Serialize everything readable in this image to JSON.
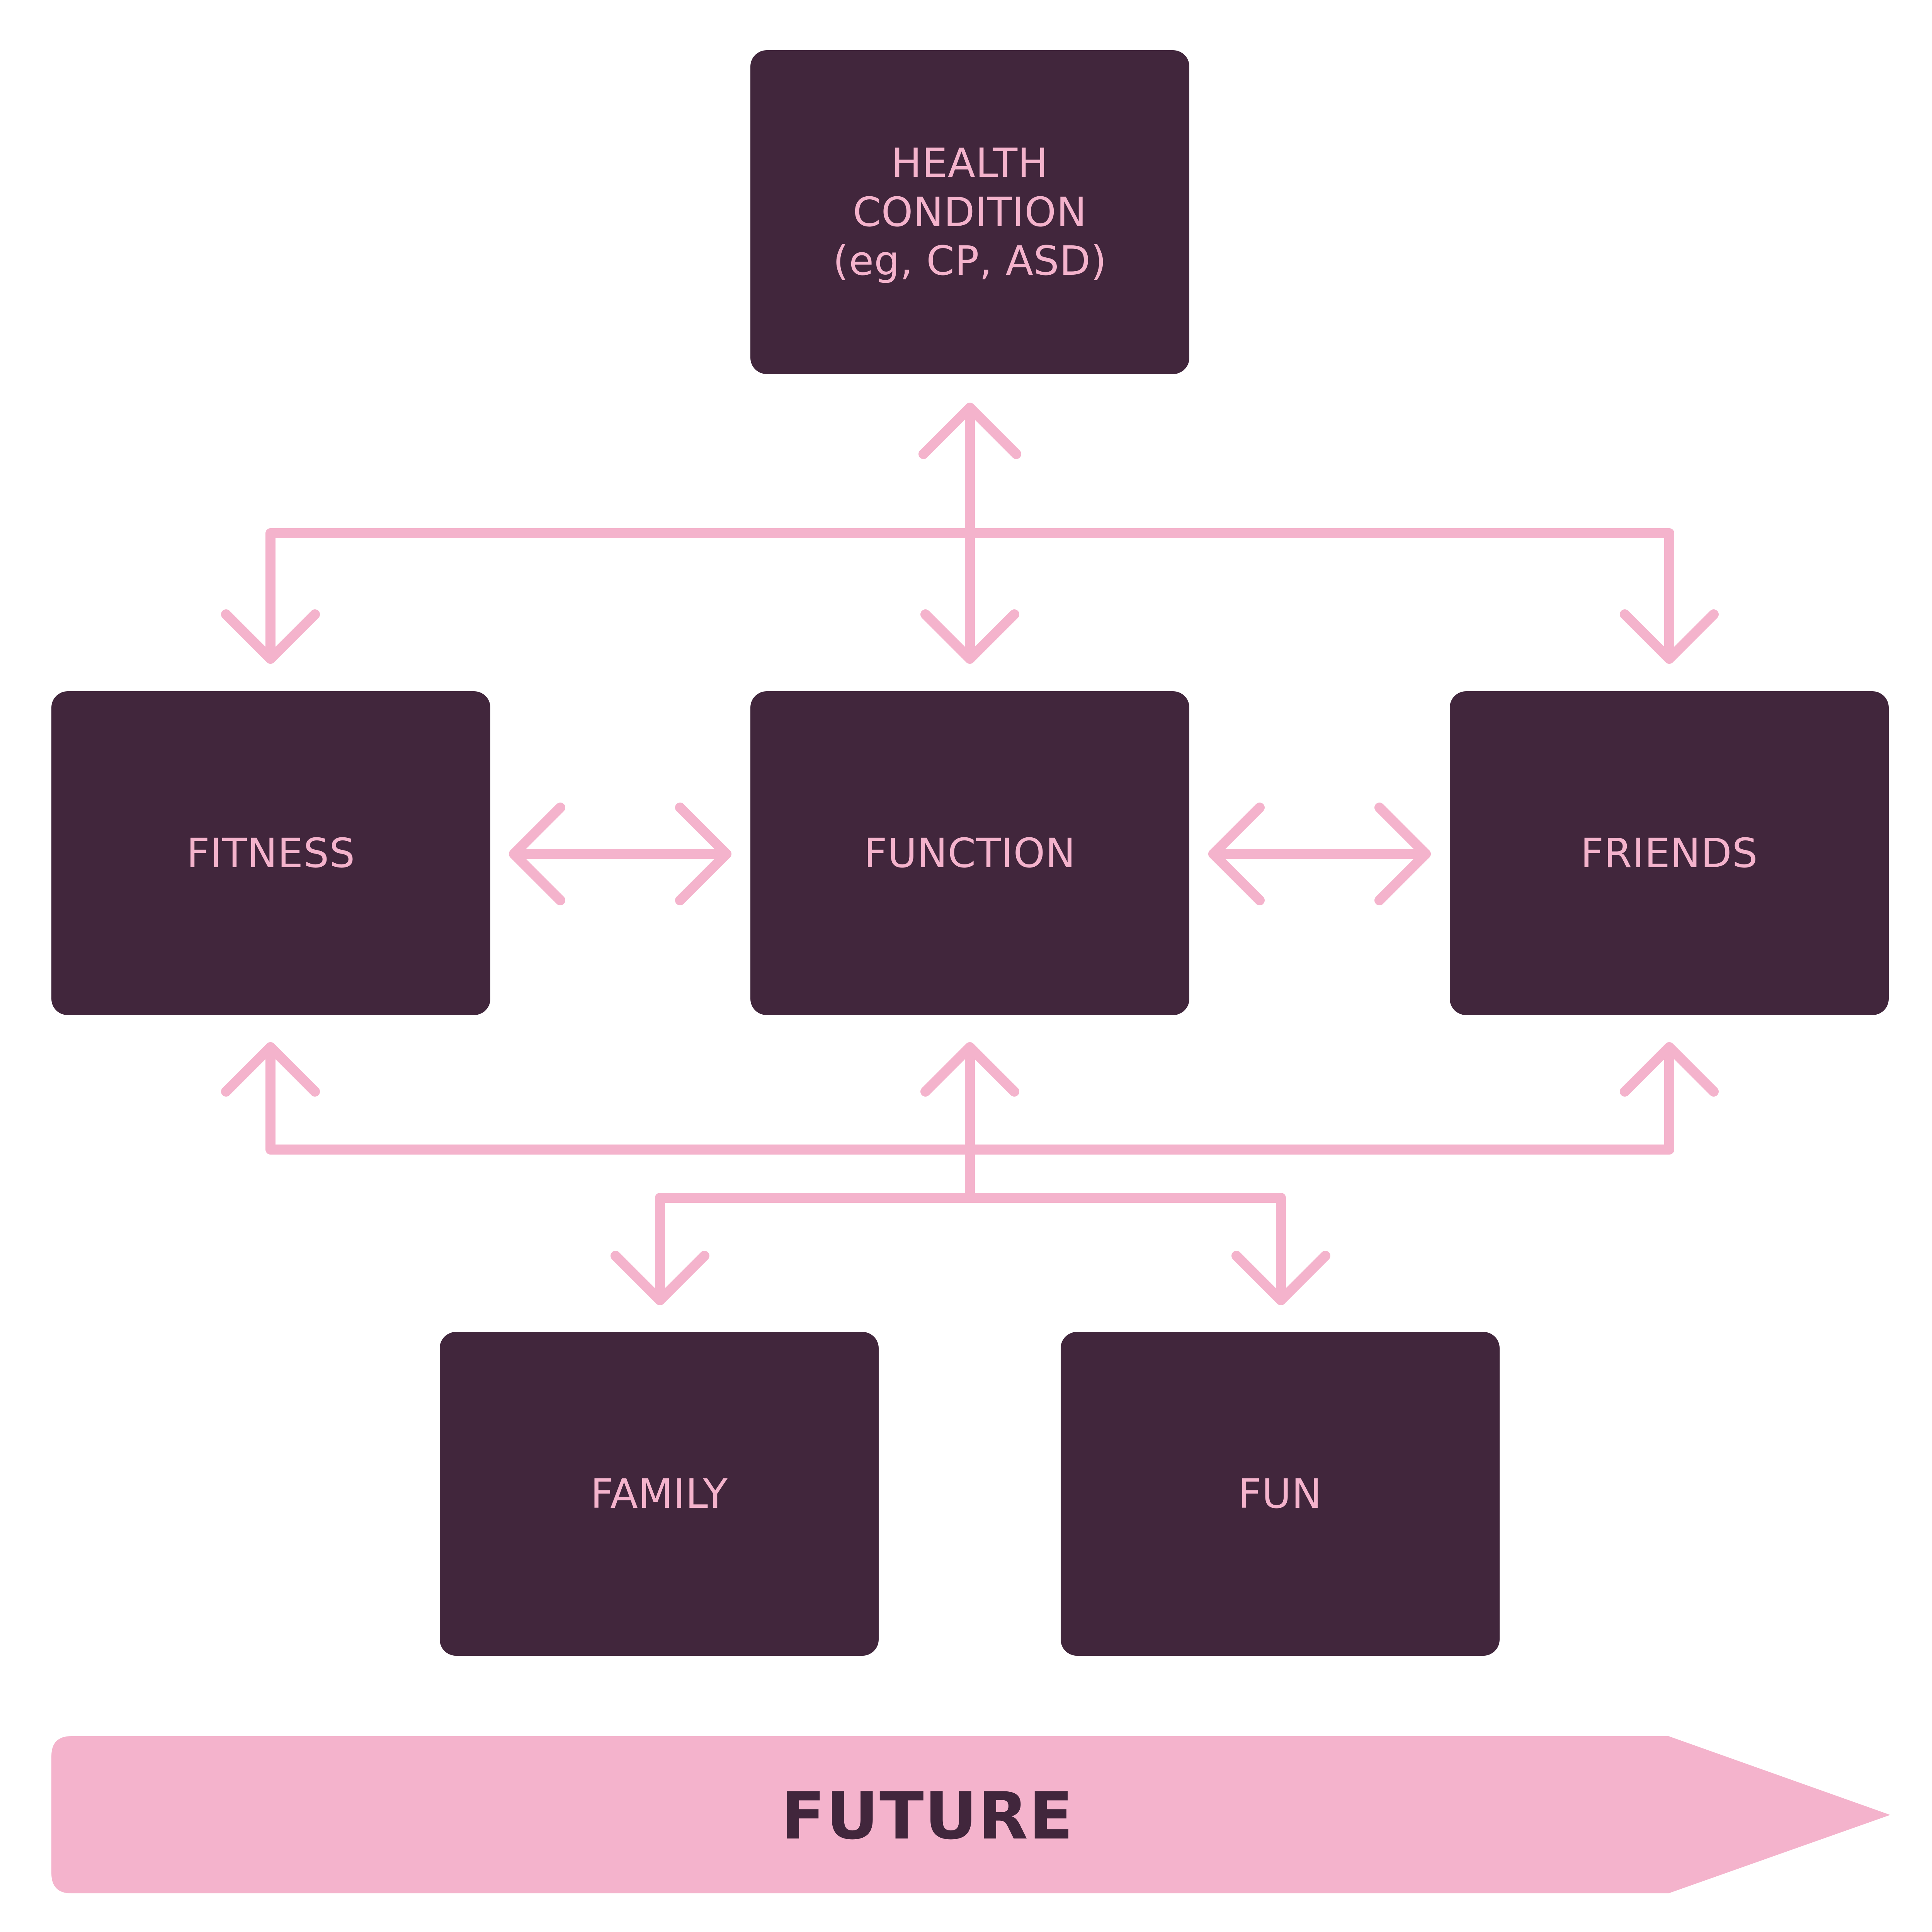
{
  "colors": {
    "box_fill": "#41263c",
    "box_text": "#f4b3cc",
    "connector": "#f4b3cc",
    "future_fill": "#f4b3cc",
    "future_text": "#41263c",
    "background": "#ffffff"
  },
  "nodes": {
    "health": {
      "lines": [
        "HEALTH",
        "CONDITION",
        "(eg, CP, ASD)"
      ]
    },
    "fitness": {
      "label": "FITNESS"
    },
    "function": {
      "label": "FUNCTION"
    },
    "friends": {
      "label": "FRIENDS"
    },
    "family": {
      "label": "FAMILY"
    },
    "fun": {
      "label": "FUN"
    }
  },
  "future": {
    "label": "FUTURE"
  },
  "connections": [
    {
      "from": "health",
      "to": "function",
      "direction": "both"
    },
    {
      "from": "health",
      "to": "fitness",
      "direction": "one-way"
    },
    {
      "from": "health",
      "to": "friends",
      "direction": "one-way"
    },
    {
      "from": "fitness",
      "to": "function",
      "direction": "both"
    },
    {
      "from": "function",
      "to": "friends",
      "direction": "both"
    },
    {
      "from": "function",
      "to": "family",
      "direction": "one-way"
    },
    {
      "from": "function",
      "to": "fun",
      "direction": "one-way"
    }
  ]
}
